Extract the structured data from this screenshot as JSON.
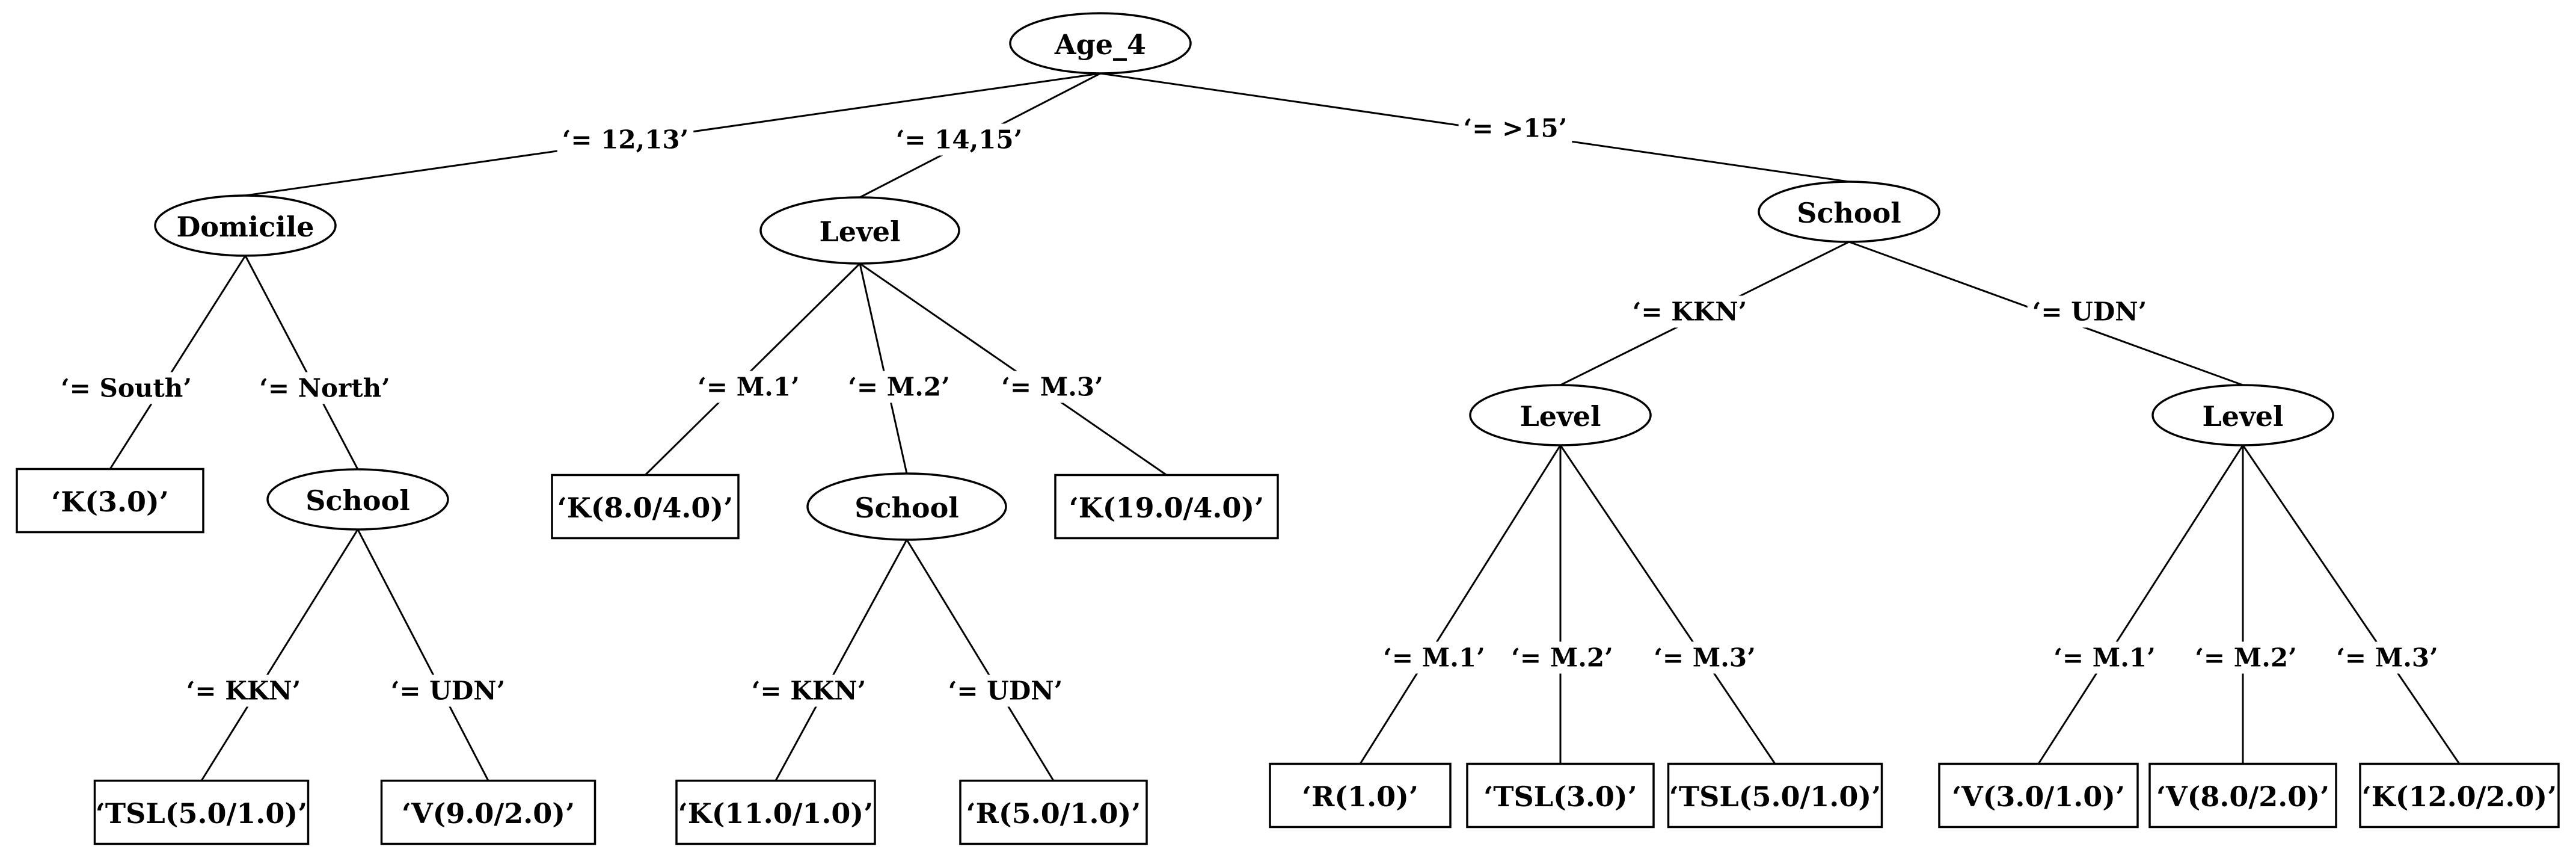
{
  "nodes": [
    {
      "id": "age4",
      "kind": "decision",
      "label": "Age_4"
    },
    {
      "id": "domicile",
      "kind": "decision",
      "label": "Domicile"
    },
    {
      "id": "level1",
      "kind": "decision",
      "label": "Level"
    },
    {
      "id": "school_r",
      "kind": "decision",
      "label": "School"
    },
    {
      "id": "leaf_k3",
      "kind": "leaf",
      "label": "‘K(3.0)’"
    },
    {
      "id": "school_north",
      "kind": "decision",
      "label": "School"
    },
    {
      "id": "leaf_k84",
      "kind": "leaf",
      "label": "‘K(8.0/4.0)’"
    },
    {
      "id": "school_m2",
      "kind": "decision",
      "label": "School"
    },
    {
      "id": "leaf_k194",
      "kind": "leaf",
      "label": "‘K(19.0/4.0)’"
    },
    {
      "id": "level_kkn",
      "kind": "decision",
      "label": "Level"
    },
    {
      "id": "level_udn",
      "kind": "decision",
      "label": "Level"
    },
    {
      "id": "leaf_tsl51a",
      "kind": "leaf",
      "label": "‘TSL(5.0/1.0)’"
    },
    {
      "id": "leaf_v92",
      "kind": "leaf",
      "label": "‘V(9.0/2.0)’"
    },
    {
      "id": "leaf_k111",
      "kind": "leaf",
      "label": "‘K(11.0/1.0)’"
    },
    {
      "id": "leaf_r51",
      "kind": "leaf",
      "label": "‘R(5.0/1.0)’"
    },
    {
      "id": "leaf_r1",
      "kind": "leaf",
      "label": "‘R(1.0)’"
    },
    {
      "id": "leaf_tsl3",
      "kind": "leaf",
      "label": "‘TSL(3.0)’"
    },
    {
      "id": "leaf_tsl51b",
      "kind": "leaf",
      "label": "‘TSL(5.0/1.0)’"
    },
    {
      "id": "leaf_v31",
      "kind": "leaf",
      "label": "‘V(3.0/1.0)’"
    },
    {
      "id": "leaf_v82",
      "kind": "leaf",
      "label": "‘V(8.0/2.0)’"
    },
    {
      "id": "leaf_k122",
      "kind": "leaf",
      "label": "‘K(12.0/2.0)’"
    }
  ],
  "edges": [
    {
      "from": "age4",
      "to": "domicile",
      "label": "‘= 12,13’"
    },
    {
      "from": "age4",
      "to": "level1",
      "label": "‘= 14,15’"
    },
    {
      "from": "age4",
      "to": "school_r",
      "label": "‘= >15’"
    },
    {
      "from": "domicile",
      "to": "leaf_k3",
      "label": "‘= South’"
    },
    {
      "from": "domicile",
      "to": "school_north",
      "label": "‘= North’"
    },
    {
      "from": "school_north",
      "to": "leaf_tsl51a",
      "label": "‘= KKN’"
    },
    {
      "from": "school_north",
      "to": "leaf_v92",
      "label": "‘= UDN’"
    },
    {
      "from": "level1",
      "to": "leaf_k84",
      "label": "‘= M.1’"
    },
    {
      "from": "level1",
      "to": "school_m2",
      "label": "‘= M.2’"
    },
    {
      "from": "level1",
      "to": "leaf_k194",
      "label": "‘= M.3’"
    },
    {
      "from": "school_m2",
      "to": "leaf_k111",
      "label": "‘= KKN’"
    },
    {
      "from": "school_m2",
      "to": "leaf_r51",
      "label": "‘= UDN’"
    },
    {
      "from": "school_r",
      "to": "level_kkn",
      "label": "‘= KKN’"
    },
    {
      "from": "school_r",
      "to": "level_udn",
      "label": "‘= UDN’"
    },
    {
      "from": "level_kkn",
      "to": "leaf_r1",
      "label": "‘= M.1’"
    },
    {
      "from": "level_kkn",
      "to": "leaf_tsl3",
      "label": "‘= M.2’"
    },
    {
      "from": "level_kkn",
      "to": "leaf_tsl51b",
      "label": "‘= M.3’"
    },
    {
      "from": "level_udn",
      "to": "leaf_v31",
      "label": "‘= M.1’"
    },
    {
      "from": "level_udn",
      "to": "leaf_v82",
      "label": "‘= M.2’"
    },
    {
      "from": "level_udn",
      "to": "leaf_k122",
      "label": "‘= M.3’"
    }
  ]
}
